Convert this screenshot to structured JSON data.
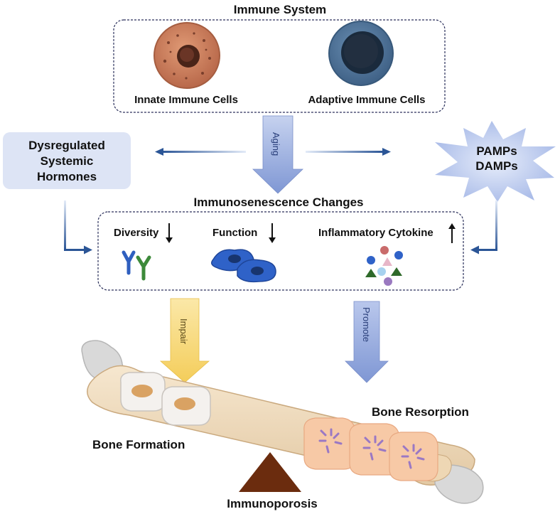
{
  "title": "Immune System",
  "immune_system": {
    "innate_label": "Innate Immune Cells",
    "adaptive_label": "Adaptive Immune Cells"
  },
  "left_box": {
    "line1": "Dysregulated",
    "line2": "Systemic",
    "line3": "Hormones"
  },
  "right_burst": {
    "line1": "PAMPs",
    "line2": "DAMPs"
  },
  "aging_label": "Aging",
  "changes": {
    "title": "Immunosenescence Changes",
    "diversity": "Diversity",
    "function": "Function",
    "cytokine": "Inflammatory Cytokine"
  },
  "impair_label": "Impair",
  "promote_label": "Promote",
  "bone_formation": "Bone Formation",
  "bone_resorption": "Bone Resorption",
  "immunoporosis": "Immunoporosis",
  "colors": {
    "innate_cell": "#c87a55",
    "adaptive_cell": "#4d7297",
    "aging_arrow": "#8da3d9",
    "impair_arrow": "#f7d36a",
    "promote_arrow": "#8da3d9",
    "hormone_box": "#dde4f5",
    "burst": "#c2cff0",
    "bone": "#f1dfc4",
    "fulcrum": "#6b2c0e",
    "connector": "#2b5596"
  }
}
